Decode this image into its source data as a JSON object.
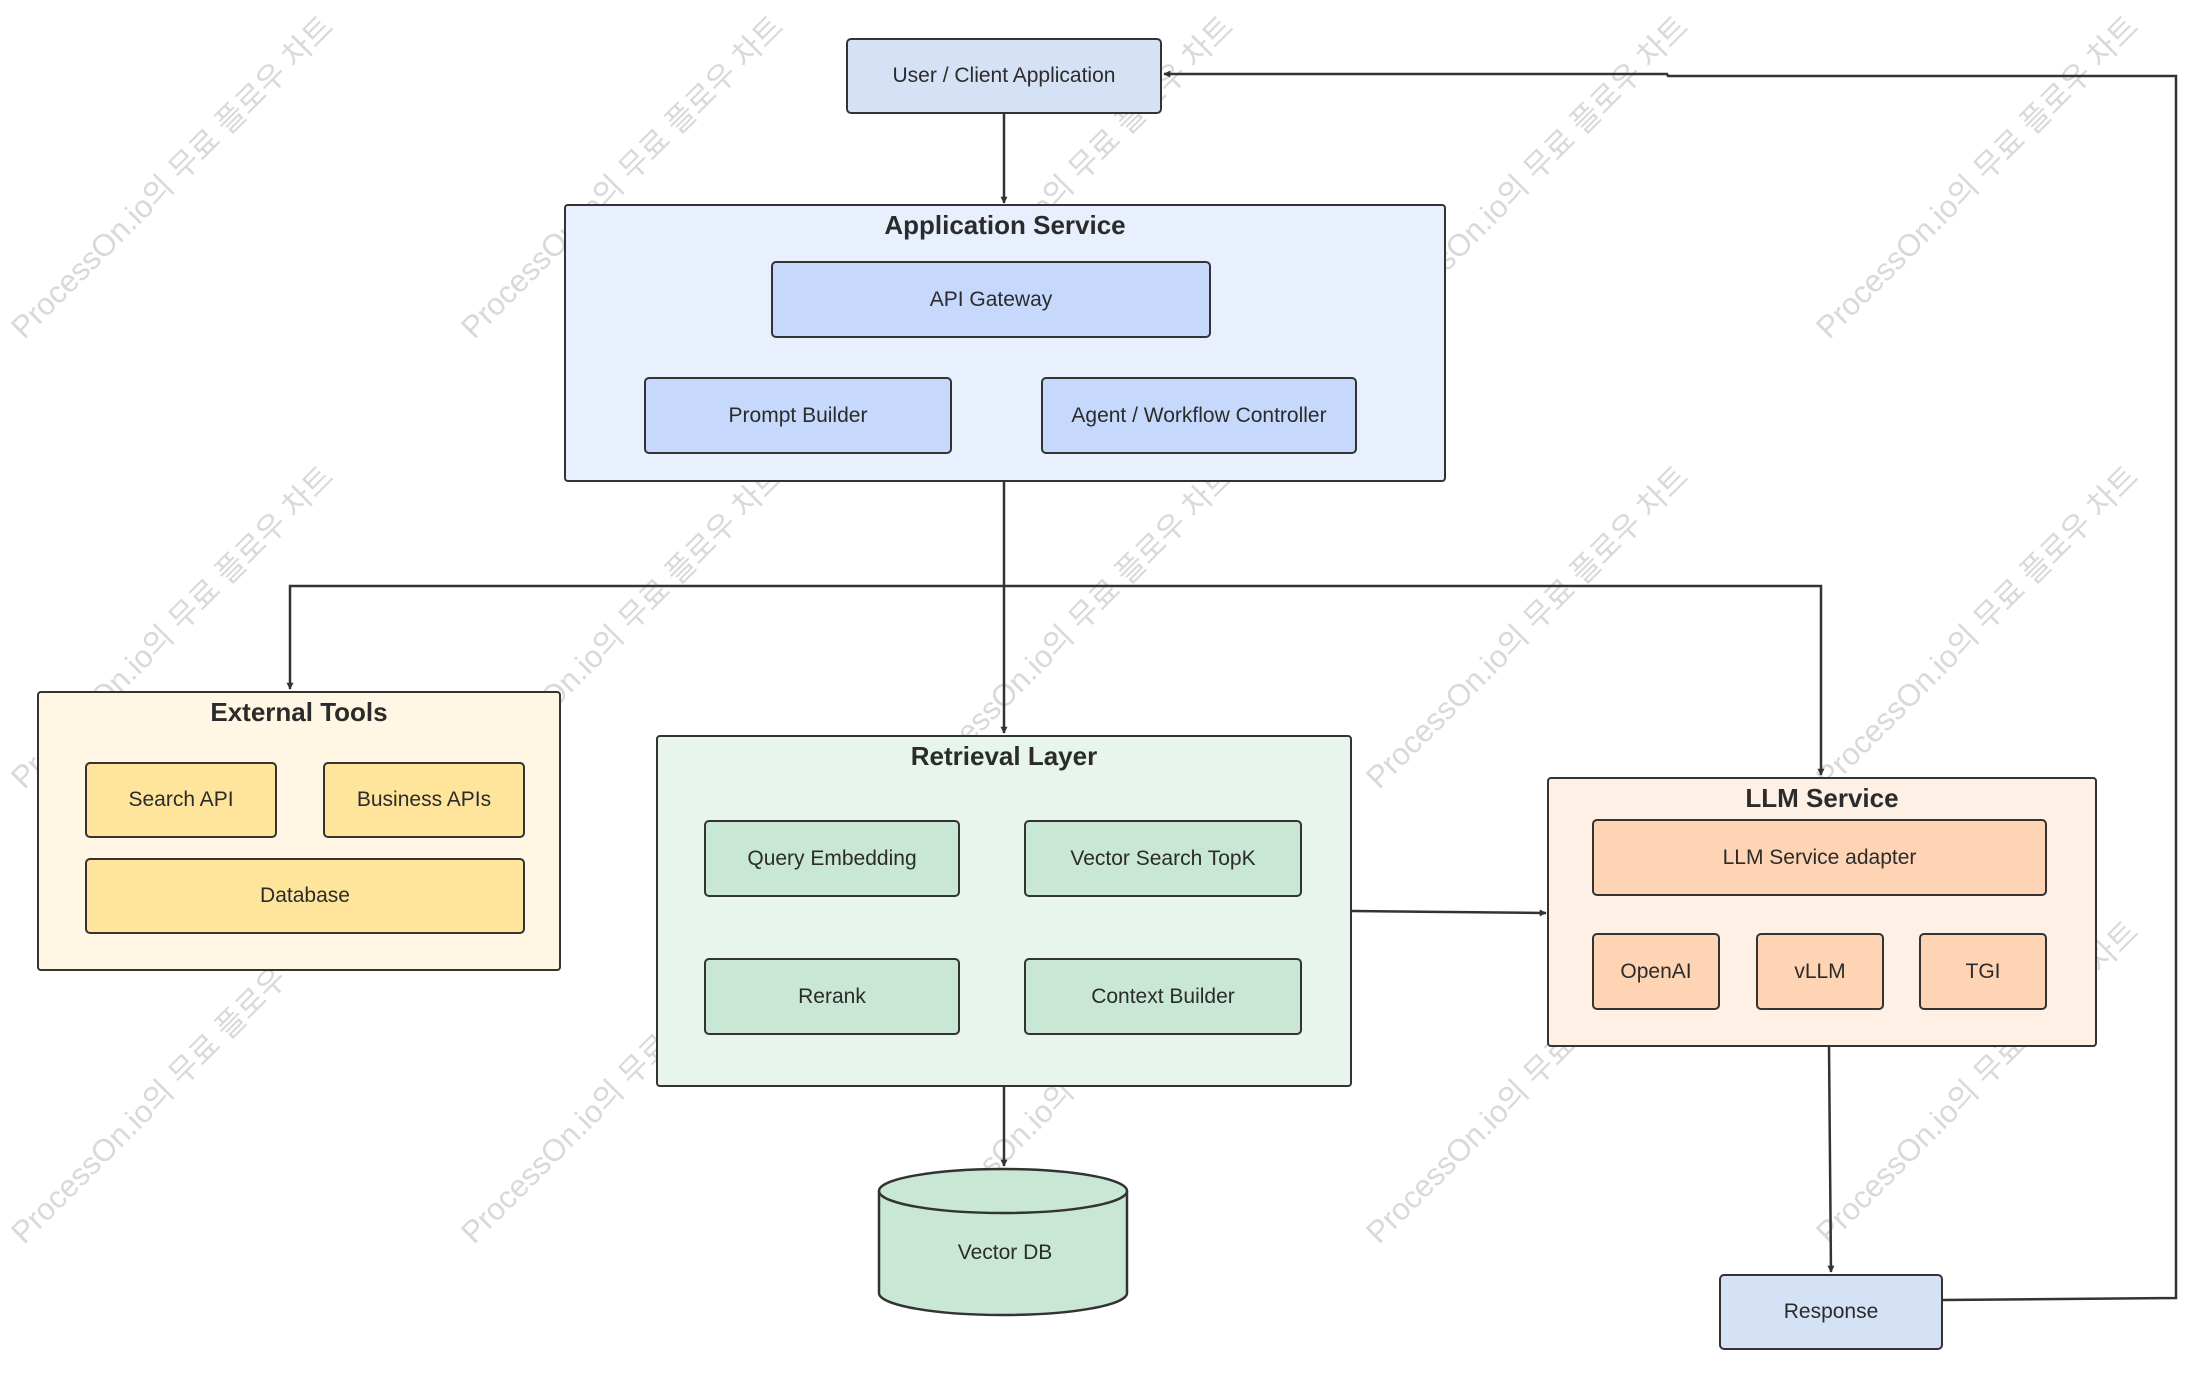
{
  "watermark": "ProcessOn.io의 무료 플로우 차트",
  "nodes": {
    "user": "User / Client Application",
    "response": "Response",
    "vector_db": "Vector DB"
  },
  "groups": {
    "application": {
      "title": "Application Service",
      "items": [
        "API Gateway",
        "Prompt Builder",
        "Agent / Workflow Controller"
      ]
    },
    "external": {
      "title": "External Tools",
      "items": [
        "Search API",
        "Business APIs",
        "Database"
      ]
    },
    "retrieval": {
      "title": "Retrieval Layer",
      "items": [
        "Query Embedding",
        "Vector Search TopK",
        "Rerank",
        "Context Builder"
      ]
    },
    "llm": {
      "title": "LLM Service",
      "items": [
        "LLM Service adapter",
        "OpenAI",
        "vLLM",
        "TGI"
      ]
    }
  },
  "colors": {
    "line": "#333333",
    "application_fill": "#e9f0fd",
    "application_item_fill": "#c6d8fb",
    "user_fill": "#d5e2f6",
    "external_fill": "#fff7e3",
    "external_item_fill": "#ffe59c",
    "retrieval_fill": "#e8f5ec",
    "retrieval_item_fill": "#c8e7d4",
    "llm_fill": "#fff0e5",
    "llm_item_fill": "#ffd4b4",
    "watermark": "#d9d9d9"
  },
  "edges": [
    {
      "from": "user",
      "to": "application"
    },
    {
      "from": "application",
      "to": "external"
    },
    {
      "from": "application",
      "to": "retrieval"
    },
    {
      "from": "application",
      "to": "llm"
    },
    {
      "from": "retrieval",
      "to": "llm"
    },
    {
      "from": "retrieval",
      "to": "vector_db"
    },
    {
      "from": "llm",
      "to": "response"
    },
    {
      "from": "response",
      "to": "user"
    }
  ]
}
